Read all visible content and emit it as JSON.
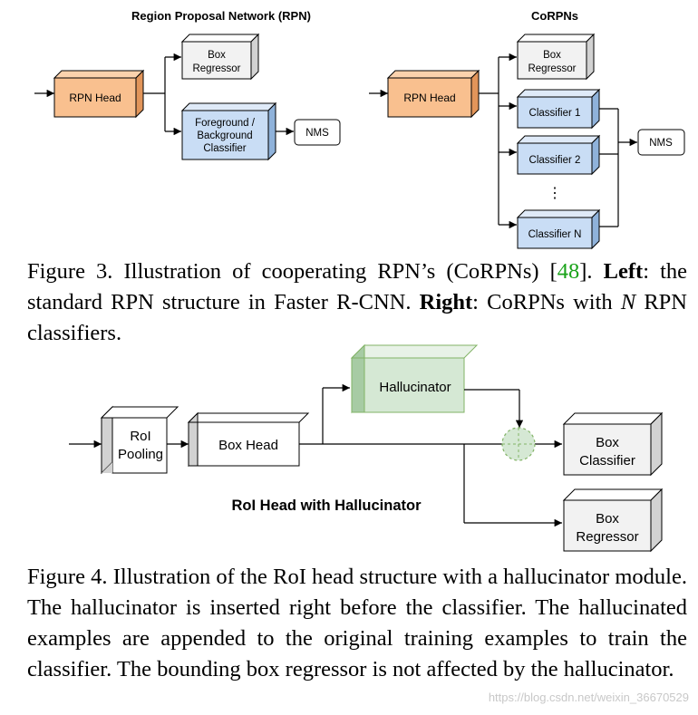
{
  "fig3": {
    "left_title": "Region Proposal Network (RPN)",
    "right_title": "CoRPNs",
    "rpn_head": "RPN Head",
    "box_regressor_l1": "Box",
    "box_regressor_l2": "Regressor",
    "fg_bg_l1": "Foreground /",
    "fg_bg_l2": "Background",
    "fg_bg_l3": "Classifier",
    "nms": "NMS",
    "classifier_1": "Classifier 1",
    "classifier_2": "Classifier 2",
    "classifier_n": "Classifier N",
    "ellipsis": "⋮"
  },
  "fig4": {
    "roi_l1": "RoI",
    "roi_l2": "Pooling",
    "box_head": "Box Head",
    "hallucinator": "Hallucinator",
    "box_classifier_l1": "Box",
    "box_classifier_l2": "Classifier",
    "box_regressor_l1": "Box",
    "box_regressor_l2": "Regressor",
    "title": "RoI Head with Hallucinator"
  },
  "caption3": {
    "label": "Figure 3.",
    "t1": " Illustration of cooperating RPN’s (CoRPNs) [",
    "ref": "48",
    "t2": "]. ",
    "left": "Left",
    "t3": ": the standard RPN structure in Faster R-CNN. ",
    "right": "Right",
    "t4": ":  CoRPNs with ",
    "n": "N",
    "t5": " RPN classifiers."
  },
  "caption4": {
    "text": "Figure 4. Illustration of the RoI head structure with a hallucinator module.  The hallucinator is inserted right before the classifier. The hallucinated examples are appended to the original training examples to train the classifier. The bounding box regressor is not affected by the hallucinator."
  },
  "watermark": "https://blog.csdn.net/weixin_36670529",
  "colors": {
    "orange": "#f9c08f",
    "orange_dark": "#e2955a",
    "gray": "#f2f2f2",
    "gray_dark": "#d2d2d2",
    "blue": "#c9ddf5",
    "blue_dark": "#8fb2da",
    "green": "#d5e8d4",
    "green_dark": "#a7cba4",
    "green_stroke": "#82b366"
  }
}
